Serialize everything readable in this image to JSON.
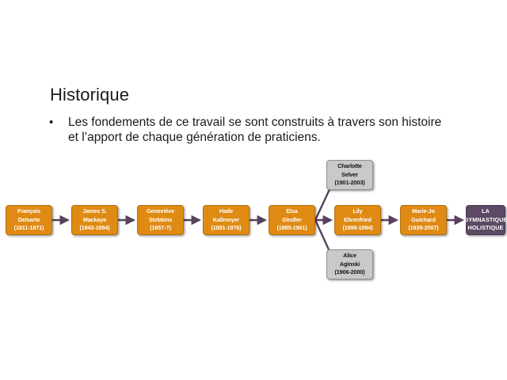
{
  "slide": {
    "title": "Historique",
    "bullet_marker": "•",
    "bullet_text": "Les fondements de ce  travail se sont construits à travers son histoire et l’apport de chaque génération de praticiens."
  },
  "colors": {
    "background": "#ffffff",
    "node_orange": "#DF8A13",
    "node_orange_border": "#B06F10",
    "node_gray": "#C9C9C9",
    "node_gray_border": "#8E8E8E",
    "node_purple": "#5C4A64",
    "node_purple_border": "#463650",
    "arrow": "#58425E",
    "text_dark": "#1a1a1a"
  },
  "diagram": {
    "type": "timeline-flow",
    "main_chain": [
      {
        "name_line1": "François",
        "name_line2": "Delsarte",
        "dates": "(1811-1871)"
      },
      {
        "name_line1": "James S.",
        "name_line2": "Mackaye",
        "dates": "(1842-1894)"
      },
      {
        "name_line1": "Geneviève",
        "name_line2": "Stebbins",
        "dates": "(1857-?)"
      },
      {
        "name_line1": "Hade",
        "name_line2": "Kallmeyer",
        "dates": "(1881-1976)"
      },
      {
        "name_line1": "Elsa",
        "name_line2": "Gindler",
        "dates": "(1885-1961)"
      },
      {
        "name_line1": "Lily",
        "name_line2": "Ehrenfried",
        "dates": "(1896-1994)"
      },
      {
        "name_line1": "Marie-Jo",
        "name_line2": "Guichard",
        "dates": "(1938-2007)"
      }
    ],
    "branch_top": {
      "name_line1": "Charlotte",
      "name_line2": "Selver",
      "dates": "(1901-2003)"
    },
    "branch_bottom": {
      "name_line1": "Alice",
      "name_line2": "Aginski",
      "dates": "(1906-2000)"
    },
    "result": {
      "line1": "LA",
      "line2": "GYMNASTIQUE",
      "line3": "HOLISTIQUE"
    }
  }
}
